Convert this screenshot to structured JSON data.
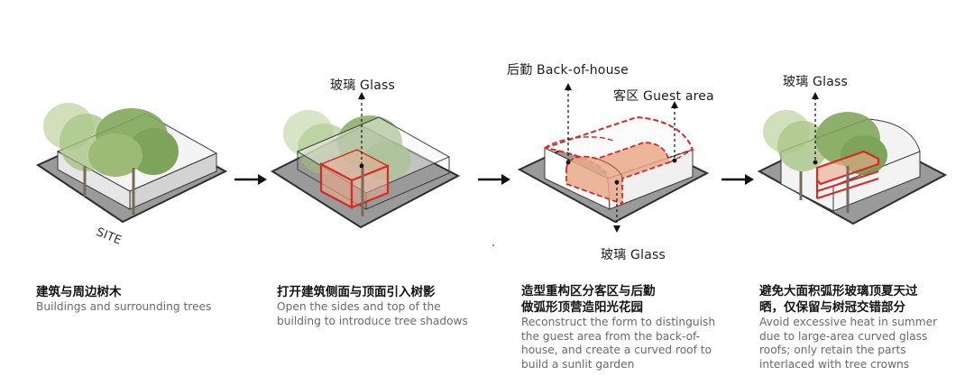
{
  "labels": {
    "site": "SITE",
    "glass_1": "玻璃 Glass",
    "back_of_house": "后勤 Back-of-house",
    "guest_area": "客区 Guest area",
    "glass_2": "玻璃 Glass",
    "glass_3": "玻璃 Glass"
  },
  "steps": [
    {
      "title_zh": "建筑与周边树木",
      "text_en": "Buildings and surrounding trees"
    },
    {
      "title_zh": "打开建筑侧面与顶面引入树影",
      "text_en": "Open the sides and top of the\nbuilding to introduce tree shadows"
    },
    {
      "title_zh": "造型重构区分客区与后勤\n做弧形顶营造阳光花园",
      "text_en": "Reconstruct the form to distinguish\nthe guest area from the back-of-\nhouse, and create a curved roof to\nbuild a sunlit garden"
    },
    {
      "title_zh": "避免大面积弧形玻璃顶夏天过\n晒，仅保留与树冠交错部分",
      "text_en": "Avoid excessive heat in summer\ndue to large-area curved glass\nroofs; only retain the parts\ninterlaced with tree crowns"
    }
  ],
  "colors": {
    "site_pad": "#9a9a9a",
    "site_pad_edge": "#3a3a3a",
    "tree_light": "#9fbf78",
    "tree_dark": "#6e9a48",
    "trunk": "#7a6a58",
    "glass_fill": "#e9a98c",
    "glass_stroke": "#d82a24",
    "box_stroke": "#4a4a4a"
  }
}
